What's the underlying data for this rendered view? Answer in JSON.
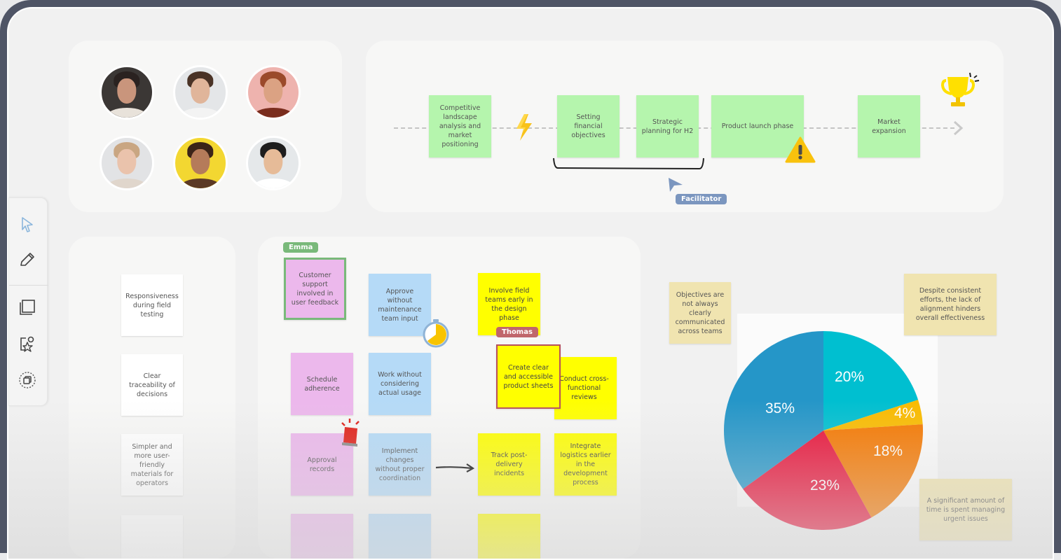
{
  "participants": {
    "avatars": [
      {
        "name": "participant-1",
        "bg": "#3b3735",
        "skin": "#c9957c",
        "hair": "#2a2220",
        "shirt": "#e8e2da"
      },
      {
        "name": "participant-2",
        "bg": "#e4e6e8",
        "skin": "#e0b59a",
        "hair": "#4a3326",
        "shirt": "#f3f3f3"
      },
      {
        "name": "participant-3",
        "bg": "#eeb3ae",
        "skin": "#dba283",
        "hair": "#9b4a2b",
        "shirt": "#7a2d1e"
      },
      {
        "name": "participant-4",
        "bg": "#e2e3e5",
        "skin": "#eac3ac",
        "hair": "#c9a682",
        "shirt": "#e0d6cc"
      },
      {
        "name": "participant-5",
        "bg": "#f3d731",
        "skin": "#b57b5a",
        "hair": "#3b2418",
        "shirt": "#5c3a26"
      },
      {
        "name": "participant-6",
        "bg": "#e5e8ea",
        "skin": "#e6bb98",
        "hair": "#1d1d1d",
        "shirt": "#ffffff"
      }
    ]
  },
  "roadmap": {
    "steps": [
      {
        "label": "Competitive landscape analysis and market positioning"
      },
      {
        "label": "Setting financial objectives"
      },
      {
        "label": "Strategic planning for H2"
      },
      {
        "label": "Product launch phase"
      },
      {
        "label": "Market expansion"
      }
    ],
    "icons": {
      "lightning": "lightning-icon",
      "warning": "warning-icon",
      "trophy": "trophy-icon",
      "arrow": "arrow-right-icon"
    },
    "cursor_label": "Facilitator",
    "cursor_color": "#7b96bf"
  },
  "toolbar": {
    "tools": [
      "select-tool",
      "pen-tool",
      "sticky-note-tool",
      "shapes-tool",
      "template-tool"
    ]
  },
  "left_notes": [
    "Responsiveness during field testing",
    "Clear traceability of decisions",
    "Simpler and more user-friendly materials for operators",
    ""
  ],
  "board": {
    "emma_tag": "Emma",
    "emma_color": "#79b97a",
    "thomas_tag": "Thomas",
    "thomas_color": "#c0666b",
    "pink_notes": [
      "Customer support involved in user feedback",
      "Schedule adherence",
      "Approval records",
      ""
    ],
    "blue_notes": [
      "Approve without maintenance team input",
      "Work without considering actual usage",
      "Implement changes without proper coordination",
      ""
    ],
    "yellow_notes": [
      "Involve field teams early in the design phase",
      "Create clear and accessible product sheets",
      "Conduct cross-functional reviews",
      "Track post-delivery incidents",
      "Integrate logistics earlier in the development process",
      ""
    ]
  },
  "insight_notes": [
    "Objectives are not always clearly communicated across teams",
    "Despite consistent efforts, the lack of alignment hinders overall effectiveness",
    "A significant amount of time is spent managing urgent issues"
  ],
  "chart_data": {
    "type": "pie",
    "title": "",
    "categories": [
      "Cyan",
      "Yellow",
      "Orange",
      "Red",
      "Blue"
    ],
    "values": [
      20,
      4,
      18,
      23,
      35
    ],
    "labels": [
      "20%",
      "4%",
      "18%",
      "23%",
      "35%"
    ],
    "colors": [
      "#00bfd0",
      "#f9bb00",
      "#f57800",
      "#e8143a",
      "#2596c8"
    ],
    "start_angle": "top, clockwise",
    "legend": "none"
  }
}
